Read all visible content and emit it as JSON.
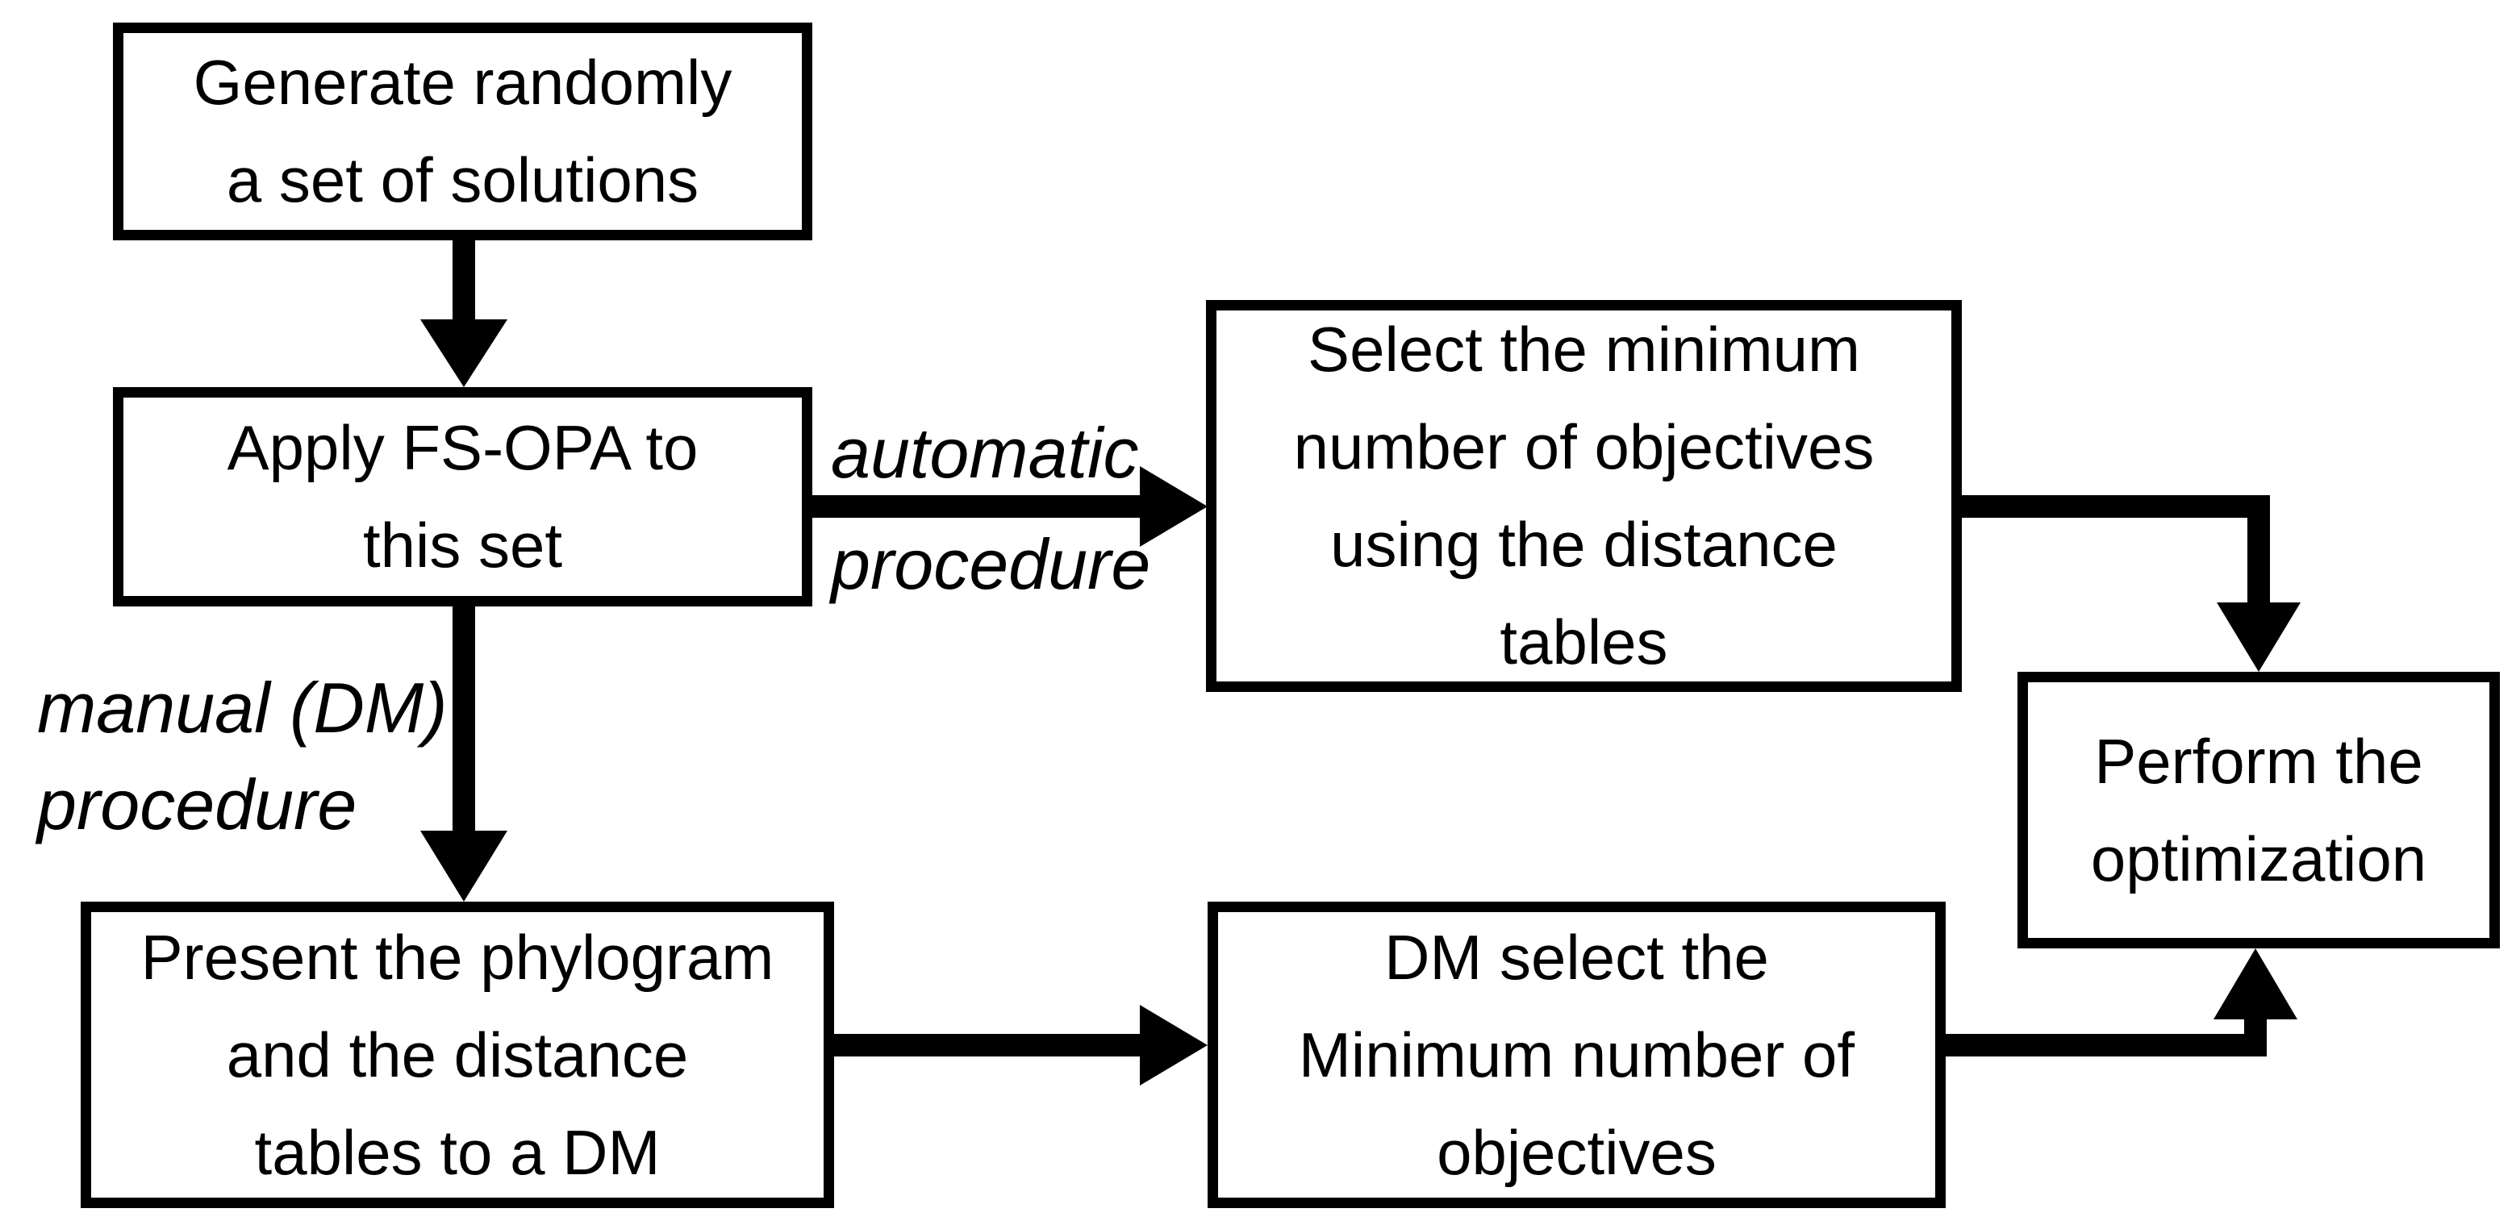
{
  "flowchart": {
    "background_color": "#ffffff",
    "ink_color": "#000000",
    "boxes": [
      {
        "id": "generate-solutions",
        "text": "Generate randomly\na set of solutions"
      },
      {
        "id": "apply-fs-opa",
        "text": "Apply FS-OPA to\nthis set"
      },
      {
        "id": "select-min-objectives-auto",
        "text": "Select the minimum\nnumber of objectives\nusing the distance\ntables"
      },
      {
        "id": "present-phylogram",
        "text": "Present the phylogram\nand the distance\ntables to a DM"
      },
      {
        "id": "dm-select-min-objectives",
        "text": "DM select the\nMinimum number of\nobjectives"
      },
      {
        "id": "perform-optimization",
        "text": "Perform the\noptimization"
      }
    ],
    "edge_labels": {
      "automatic": {
        "line1": "automatic",
        "line2": "procedure"
      },
      "manual": {
        "line1": "manual (DM)",
        "line2": "procedure"
      }
    },
    "edges": [
      {
        "from": "generate-solutions",
        "to": "apply-fs-opa",
        "label": ""
      },
      {
        "from": "apply-fs-opa",
        "to": "select-min-objectives-auto",
        "label": "automatic procedure"
      },
      {
        "from": "apply-fs-opa",
        "to": "present-phylogram",
        "label": "manual (DM) procedure"
      },
      {
        "from": "select-min-objectives-auto",
        "to": "perform-optimization",
        "label": ""
      },
      {
        "from": "present-phylogram",
        "to": "dm-select-min-objectives",
        "label": ""
      },
      {
        "from": "dm-select-min-objectives",
        "to": "perform-optimization",
        "label": ""
      }
    ]
  }
}
